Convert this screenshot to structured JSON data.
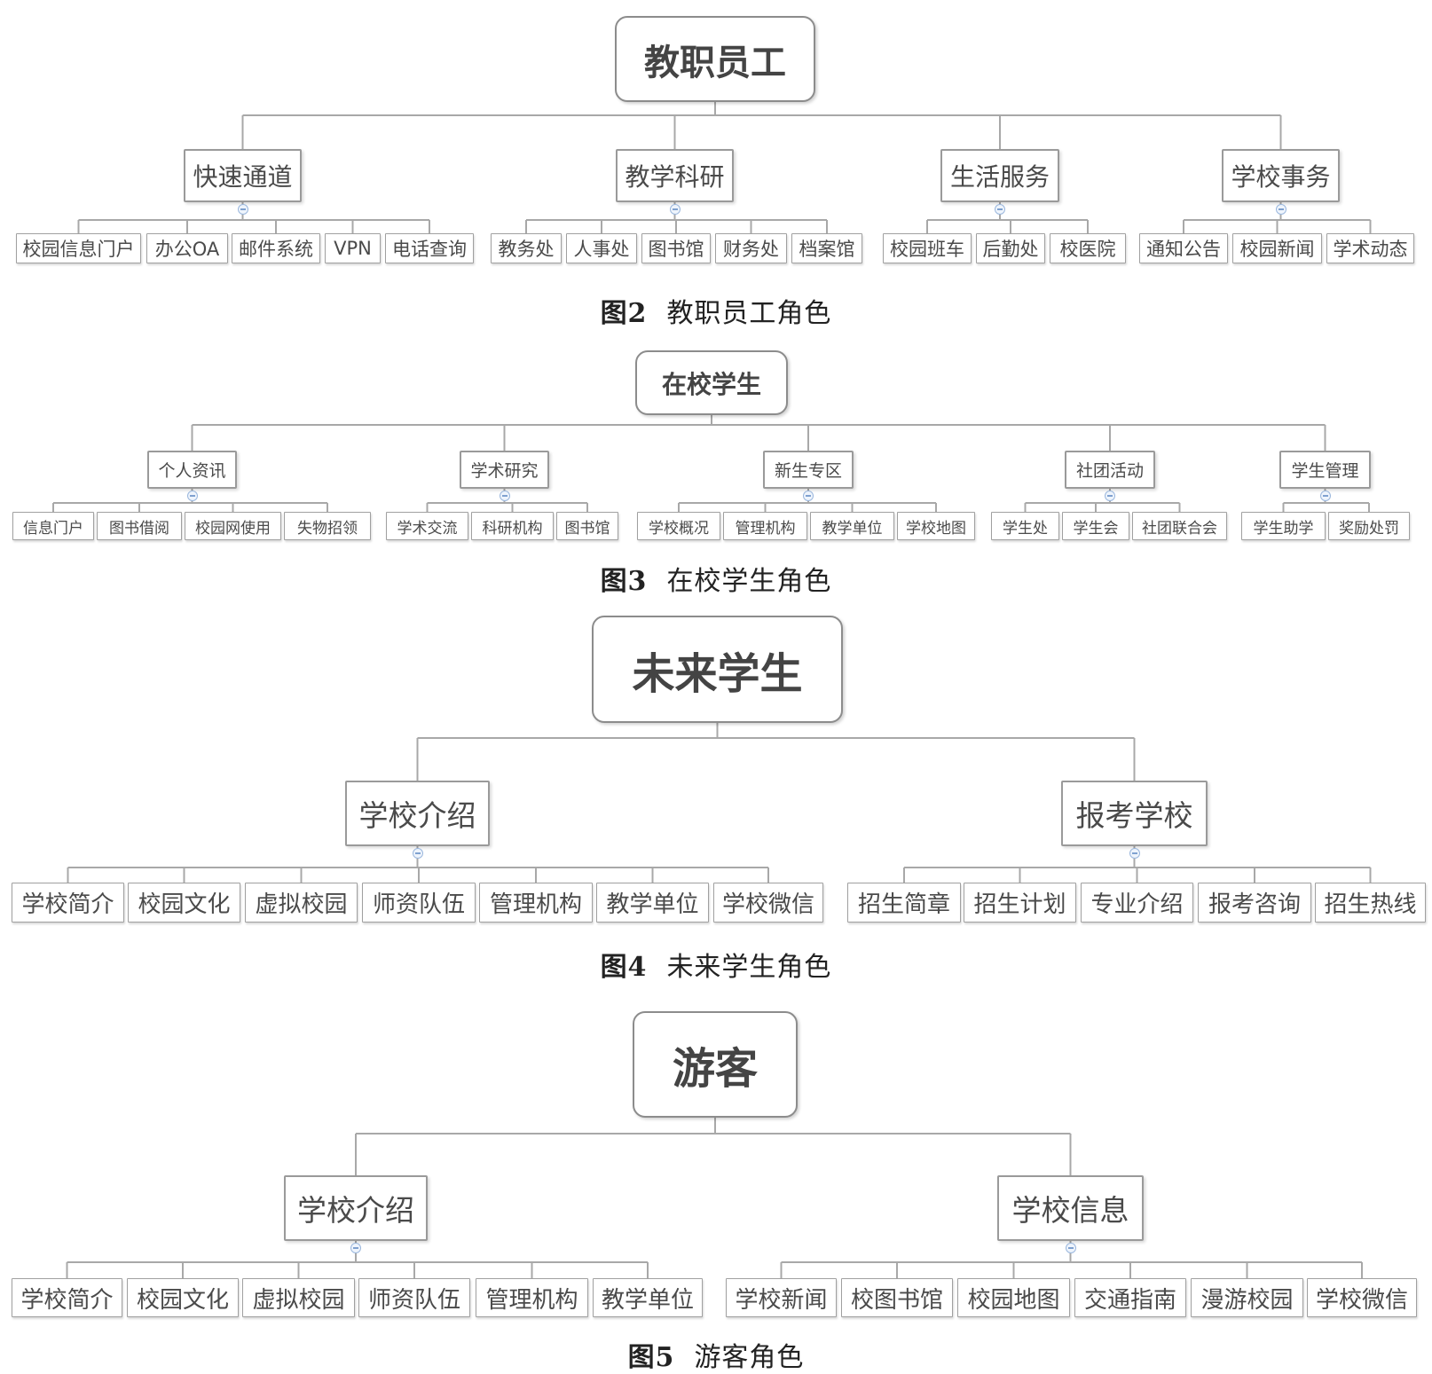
{
  "diagrams": [
    {
      "id": "staff",
      "root": "教职员工",
      "figure_number": "图2",
      "figure_title": "教职员工角色",
      "branches": [
        {
          "label": "快速通道",
          "leaves": [
            "校园信息门户",
            "办公OA",
            "邮件系统",
            "VPN",
            "电话查询"
          ]
        },
        {
          "label": "教学科研",
          "leaves": [
            "教务处",
            "人事处",
            "图书馆",
            "财务处",
            "档案馆"
          ]
        },
        {
          "label": "生活服务",
          "leaves": [
            "校园班车",
            "后勤处",
            "校医院"
          ]
        },
        {
          "label": "学校事务",
          "leaves": [
            "通知公告",
            "校园新闻",
            "学术动态"
          ]
        }
      ]
    },
    {
      "id": "students",
      "root": "在校学生",
      "figure_number": "图3",
      "figure_title": "在校学生角色",
      "branches": [
        {
          "label": "个人资讯",
          "leaves": [
            "信息门户",
            "图书借阅",
            "校园网使用",
            "失物招领"
          ]
        },
        {
          "label": "学术研究",
          "leaves": [
            "学术交流",
            "科研机构",
            "图书馆"
          ]
        },
        {
          "label": "新生专区",
          "leaves": [
            "学校概况",
            "管理机构",
            "教学单位",
            "学校地图"
          ]
        },
        {
          "label": "社团活动",
          "leaves": [
            "学生处",
            "学生会",
            "社团联合会"
          ]
        },
        {
          "label": "学生管理",
          "leaves": [
            "学生助学",
            "奖励处罚"
          ]
        }
      ]
    },
    {
      "id": "future",
      "root": "未来学生",
      "figure_number": "图4",
      "figure_title": "未来学生角色",
      "branches": [
        {
          "label": "学校介绍",
          "leaves": [
            "学校简介",
            "校园文化",
            "虚拟校园",
            "师资队伍",
            "管理机构",
            "教学单位",
            "学校微信"
          ]
        },
        {
          "label": "报考学校",
          "leaves": [
            "招生简章",
            "招生计划",
            "专业介绍",
            "报考咨询",
            "招生热线"
          ]
        }
      ]
    },
    {
      "id": "visitor",
      "root": "游客",
      "figure_number": "图5",
      "figure_title": "游客角色",
      "branches": [
        {
          "label": "学校介绍",
          "leaves": [
            "学校简介",
            "校园文化",
            "虚拟校园",
            "师资队伍",
            "管理机构",
            "教学单位"
          ]
        },
        {
          "label": "学校信息",
          "leaves": [
            "学校新闻",
            "校图书馆",
            "校园地图",
            "交通指南",
            "漫游校园",
            "学校微信"
          ]
        }
      ]
    }
  ],
  "colors": {
    "connector": "#a8a8a8",
    "border": "#9a9a9a",
    "text": "#4a4a4a",
    "collapse": "#9bb7dd"
  },
  "icons": {
    "collapse": "collapse-toggle-icon"
  }
}
